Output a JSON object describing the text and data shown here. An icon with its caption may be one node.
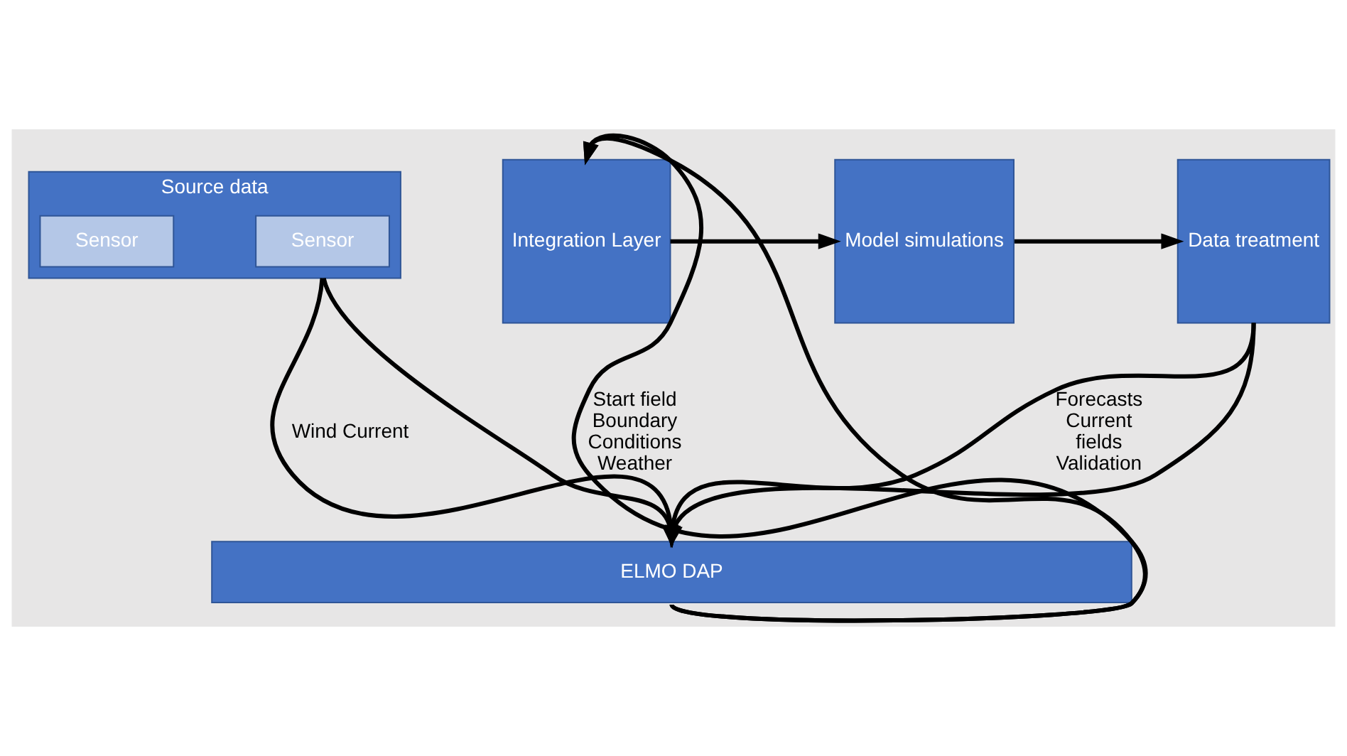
{
  "diagram": {
    "nodes": [
      {
        "text": [
          "Source data"
        ]
      },
      {
        "text": [
          "Sensor"
        ],
        "in": 0
      },
      {
        "text": [
          "Sensor"
        ],
        "in": 0
      },
      {
        "text": [
          "Integration Layer"
        ]
      },
      {
        "text": [
          "Model simulations"
        ]
      },
      {
        "text": [
          "Data treatment"
        ]
      },
      {
        "text": [
          "ELMO DAP"
        ]
      }
    ],
    "edges": [
      {
        "from": 0,
        "to": 6,
        "arrow": "to",
        "label": "Wind Current"
      },
      {
        "from": 0,
        "to": 6,
        "arrow": "to"
      },
      {
        "from": 6,
        "to": 3,
        "arrow": "to",
        "label": "Start field Boundary Conditions Weather"
      },
      {
        "from": 6,
        "to": 3,
        "arrow": "to"
      },
      {
        "from": 3,
        "to": 4,
        "arrow": "to"
      },
      {
        "from": 4,
        "to": 5,
        "arrow": "to"
      },
      {
        "from": 5,
        "to": 6,
        "arrow": "to",
        "label": "Forecasts Current fields Validation"
      },
      {
        "from": 5,
        "to": 6,
        "arrow": "to"
      }
    ]
  }
}
